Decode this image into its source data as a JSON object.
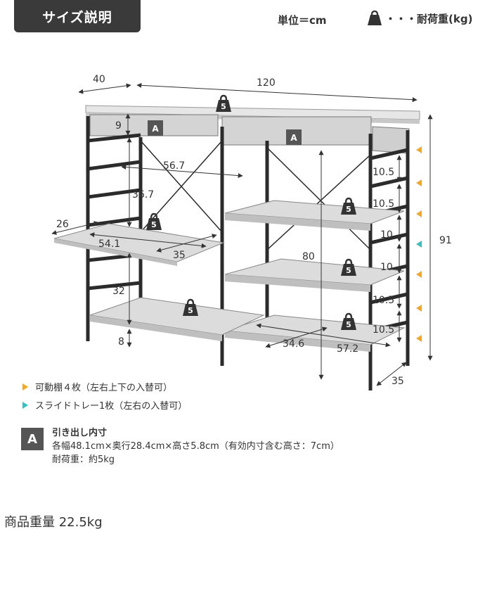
{
  "header": {
    "title": "サイズ説明",
    "unit": "単位＝cm",
    "load_legend": "・・・耐荷重(kg)"
  },
  "diagram": {
    "dims": {
      "depth_top": "40",
      "width_top": "120",
      "height_total": "91",
      "drawer_height": "9",
      "inner_width": "56.7",
      "side_gap": "36.7",
      "tray_depth": "26",
      "tray_width": "54.1",
      "tray_inner": "35",
      "right_height": "80",
      "lower_gap": "32",
      "foot": "8",
      "shelf_step_1": "10.5",
      "shelf_step_2": "10.5",
      "shelf_step_3": "10",
      "shelf_step_4": "10",
      "shelf_step_5": "10.5",
      "shelf_step_6": "10.5",
      "bottom_inner": "34.6",
      "bottom_width": "57.2",
      "bottom_depth": "35"
    },
    "weights": {
      "top": "5",
      "tray": "5",
      "shelf_upper": "5",
      "shelf_middle": "5",
      "shelf_bottom": "5",
      "left_bottom": "5"
    },
    "drawer_tags": [
      "A",
      "A"
    ]
  },
  "legend": {
    "movable": "可動棚４枚（左右上下の入替可）",
    "slide_tray": "スライドトレー1枚（左右の入替可）"
  },
  "drawer": {
    "badge": "A",
    "title": "引き出し内寸",
    "dims": "各幅48.1cm×奥行28.4cm×高さ5.8cm（有効内寸含む高さ：7cm）",
    "load": "耐荷重：約5kg"
  },
  "product": {
    "weight": "商品重量 22.5kg"
  },
  "colors": {
    "frame": "#2b2b2b",
    "board": "#d9d9d9",
    "header_bg": "#3a3a3a",
    "orange": "#f5a623",
    "teal": "#3bbfbf",
    "weight_icon": "#333333"
  }
}
